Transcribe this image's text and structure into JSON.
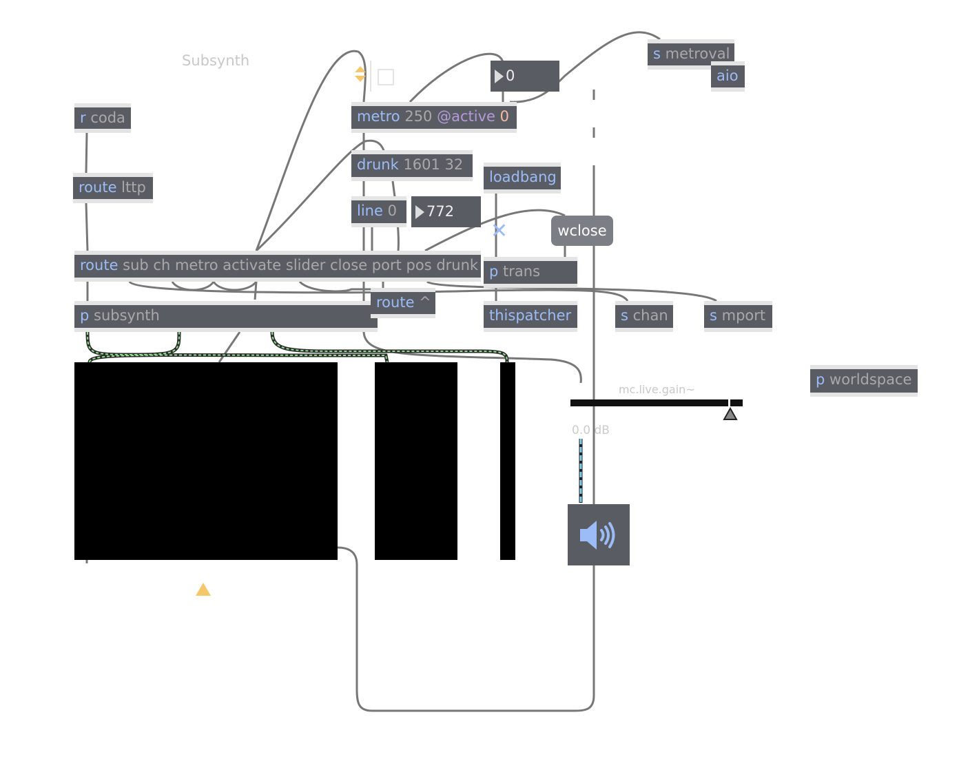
{
  "comment": "Subsynth",
  "objects": {
    "r_coda": {
      "cls": "r",
      "arg": "coda"
    },
    "route_lttp": {
      "cls": "route",
      "arg": "lttp"
    },
    "metro": {
      "cls": "metro",
      "arg": "250",
      "attr": "@active",
      "val": "0"
    },
    "drunk": {
      "cls": "drunk",
      "arg": "1601 32"
    },
    "loadbang": {
      "cls": "loadbang"
    },
    "line": {
      "cls": "line",
      "arg": "0"
    },
    "route_main": {
      "cls": "route",
      "arg": "sub ch metro activate slider close port pos drunk"
    },
    "p_trans": {
      "cls": "p",
      "arg": "trans"
    },
    "route_caret": {
      "cls": "route",
      "arg": "^"
    },
    "p_subsynth": {
      "cls": "p",
      "arg": "subsynth"
    },
    "thispatcher": {
      "cls": "thispatcher"
    },
    "s_chan": {
      "cls": "s",
      "arg": "chan"
    },
    "s_mport": {
      "cls": "s",
      "arg": "mport"
    },
    "s_metroval": {
      "cls": "s",
      "arg": "metroval"
    },
    "aio": {
      "cls": "aio"
    },
    "p_worldspace": {
      "cls": "p",
      "arg": "worldspace"
    }
  },
  "numbers": {
    "top": "0",
    "line_out": "772"
  },
  "message": {
    "wclose": "wclose"
  },
  "gain": {
    "label": "mc.live.gain~",
    "value": "0.0 dB",
    "level": 1.0
  },
  "colors": {
    "object_bg": "#595c63",
    "class_text": "#9cbcf7",
    "cord": "#777777",
    "accent_yellow": "#f5c76b"
  }
}
